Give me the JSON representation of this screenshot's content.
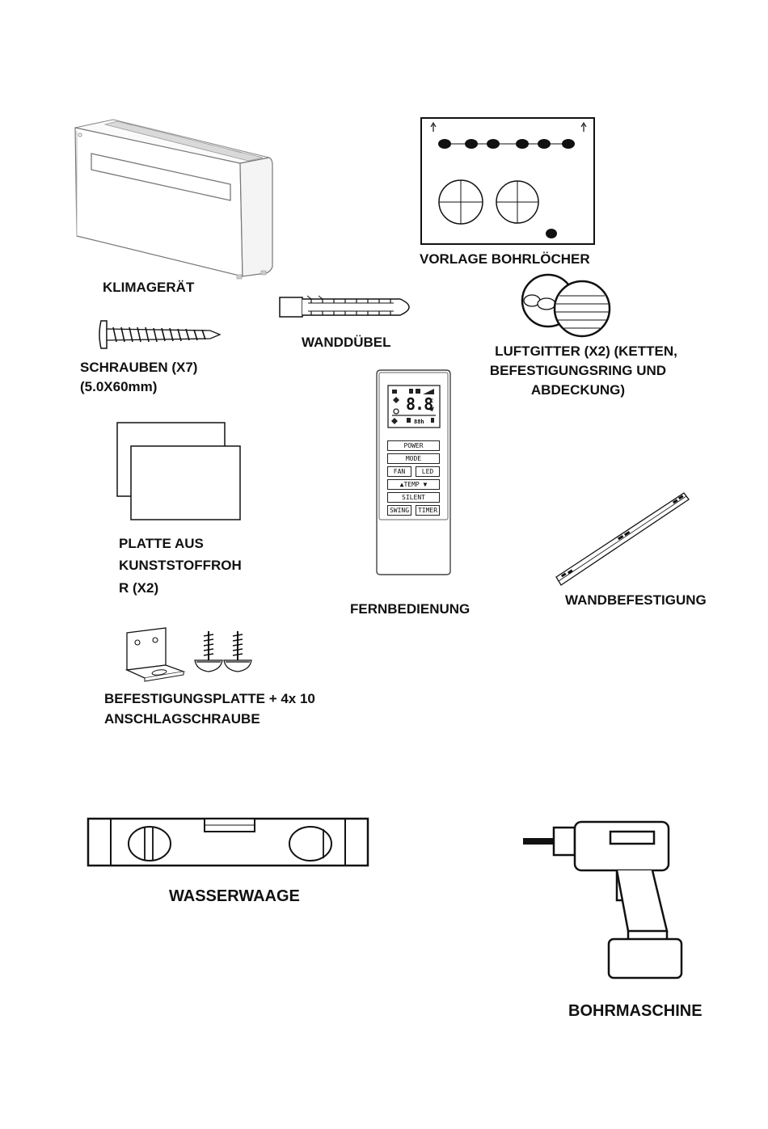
{
  "parts": {
    "air_conditioner": "KLIMAGERÄT",
    "drill_template": "VORLAGE BOHRLÖCHER",
    "wall_anchor": "WANDDÜBEL",
    "screws_line1": "SCHRAUBEN (X7)",
    "screws_line2": "(5.0X60mm)",
    "air_grille_line1": "LUFTGITTER (X2) (KETTEN,",
    "air_grille_line2": "BEFESTIGUNGSRING UND",
    "air_grille_line3": "ABDECKUNG)",
    "plastic_plate_line1": "PLATTE AUS",
    "plastic_plate_line2": "KUNSTSTOFFROH",
    "plastic_plate_line3": "R (X2)",
    "remote_control": "FERNBEDIENUNG",
    "wall_bracket": "WANDBEFESTIGUNG",
    "mounting_plate_line1": "BEFESTIGUNGSPLATTE + 4x 10",
    "mounting_plate_line2": "ANSCHLAGSCHRAUBE",
    "spirit_level": "WASSERWAAGE",
    "drill": "BOHRMASCHINE"
  },
  "remote": {
    "display_digits": "8.8",
    "display_unit": "°c",
    "buttons": {
      "power": "POWER",
      "mode": "MODE",
      "fan": "FAN",
      "led": "LED",
      "temp": "▲TEMP ▼",
      "silent": "SILENT",
      "swing": "SWING",
      "timer": "TIMER"
    }
  }
}
